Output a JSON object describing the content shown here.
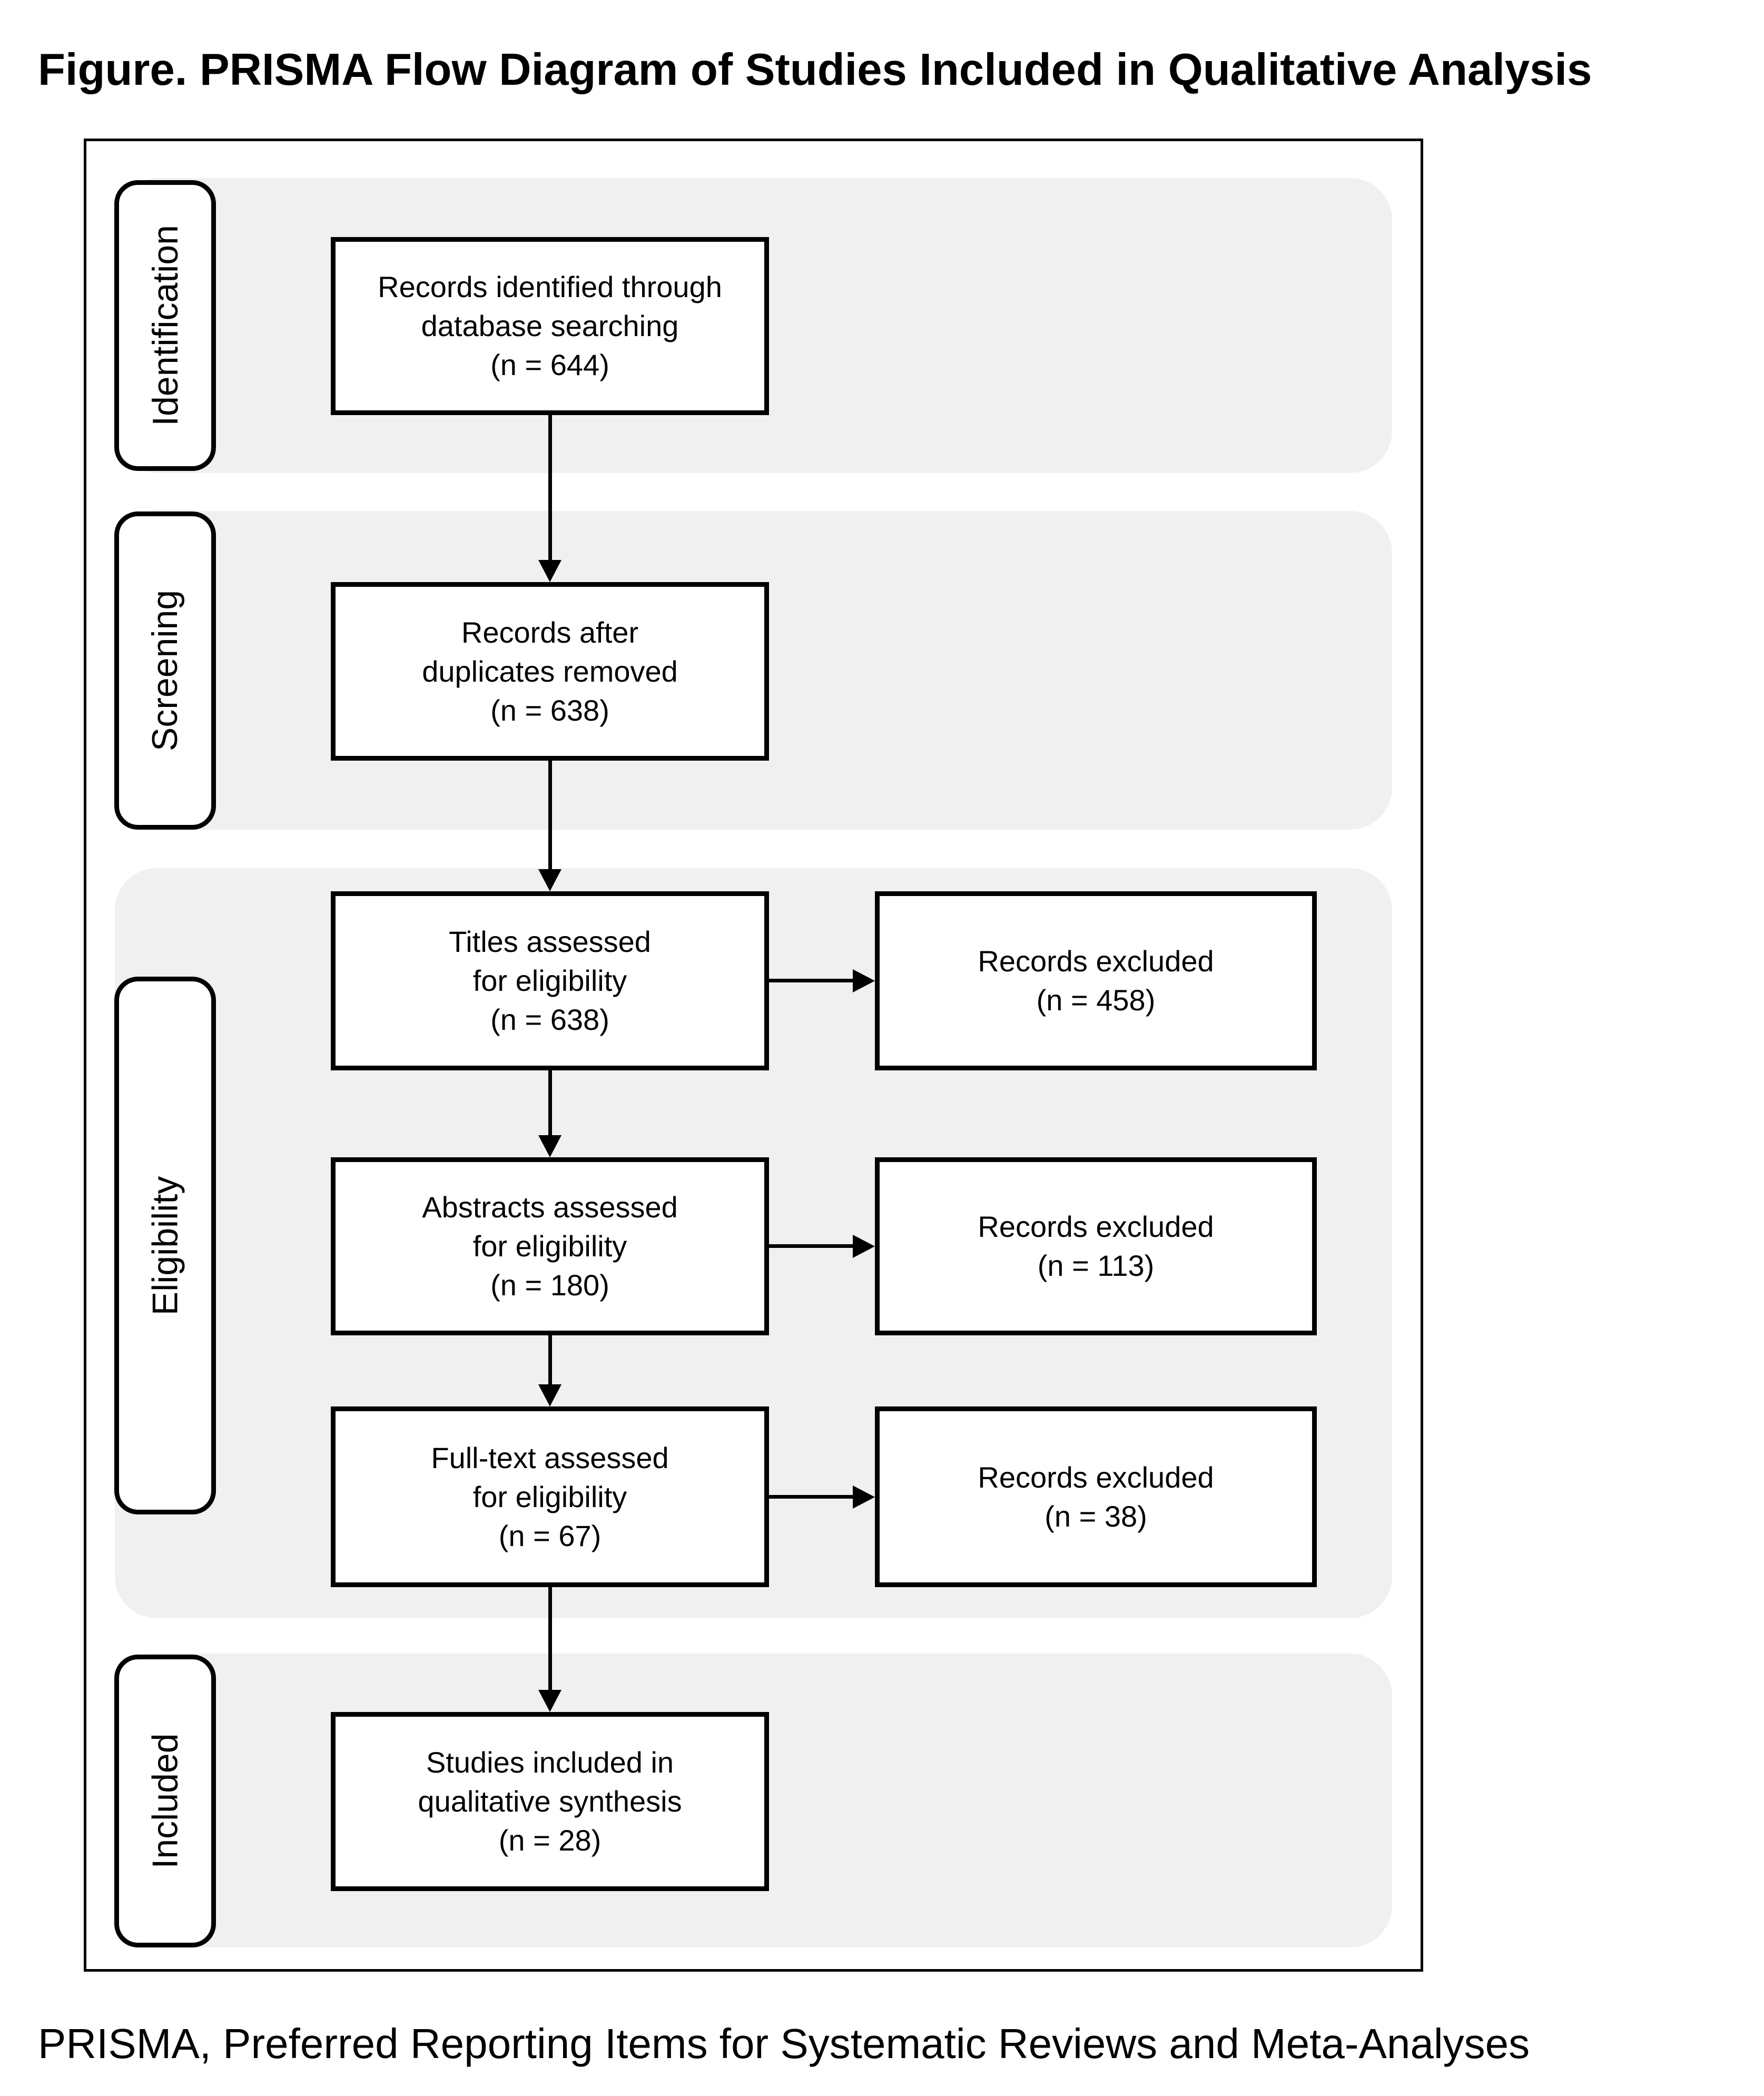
{
  "figure": {
    "title": "Figure. PRISMA Flow Diagram of Studies Included in Qualitative Analysis",
    "footnote": "PRISMA, Preferred Reporting Items for Systematic Reviews and Meta-Analyses"
  },
  "colors": {
    "band_background": "#f0f0f0",
    "box_background": "#ffffff",
    "line": "#000000"
  },
  "stages": [
    {
      "id": "identification",
      "label": "Identification"
    },
    {
      "id": "screening",
      "label": "Screening"
    },
    {
      "id": "eligibility",
      "label": "Eligibility"
    },
    {
      "id": "included",
      "label": "Included"
    }
  ],
  "boxes": {
    "identified": {
      "lines": [
        "Records identified through",
        "database searching",
        "(n = 644)"
      ],
      "n": 644
    },
    "deduplicated": {
      "lines": [
        "Records after",
        "duplicates removed",
        "(n = 638)"
      ],
      "n": 638
    },
    "titles": {
      "lines": [
        "Titles assessed",
        "for eligibility",
        "(n = 638)"
      ],
      "n": 638
    },
    "abstracts": {
      "lines": [
        "Abstracts assessed",
        "for eligibility",
        "(n = 180)"
      ],
      "n": 180
    },
    "fulltext": {
      "lines": [
        "Full-text assessed",
        "for eligibility",
        "(n = 67)"
      ],
      "n": 67
    },
    "included": {
      "lines": [
        "Studies included in",
        "qualitative synthesis",
        "(n = 28)"
      ],
      "n": 28
    },
    "excluded_titles": {
      "lines": [
        "Records excluded",
        "(n = 458)"
      ],
      "n": 458
    },
    "excluded_abstracts": {
      "lines": [
        "Records excluded",
        "(n = 113)"
      ],
      "n": 113
    },
    "excluded_fulltext": {
      "lines": [
        "Records excluded",
        "(n = 38)"
      ],
      "n": 38
    }
  }
}
